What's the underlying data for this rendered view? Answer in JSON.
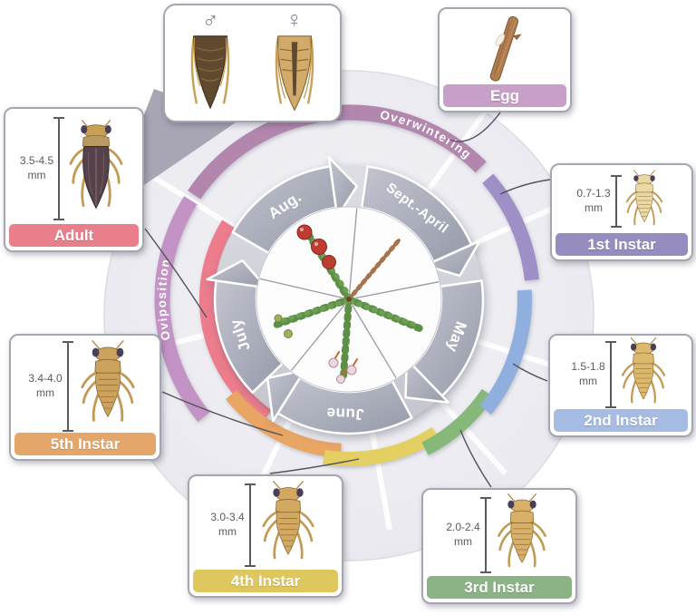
{
  "wheel": {
    "months": [
      {
        "label": "Aug."
      },
      {
        "label": "Sept.-April"
      },
      {
        "label": "May"
      },
      {
        "label": "June"
      },
      {
        "label": "July"
      }
    ],
    "arc_labels": {
      "overwintering": "Overwintering",
      "oviposition": "Oviposition"
    },
    "arc_colors": {
      "overwintering": "#b286ad",
      "oviposition": "#c493c6",
      "instar1": "#9e8fc7",
      "instar2": "#8fafdf",
      "instar3": "#86b87a",
      "instar4": "#e4cf63",
      "instar5": "#e8a564",
      "adult": "#ed7d8d"
    }
  },
  "stages": {
    "egg": {
      "label": "Egg",
      "color": "#c79fc9"
    },
    "instar1": {
      "label": "1st Instar",
      "size": "0.7-1.3",
      "unit": "mm",
      "color": "#968cc0"
    },
    "instar2": {
      "label": "2nd Instar",
      "size": "1.5-1.8",
      "unit": "mm",
      "color": "#a6bce2"
    },
    "instar3": {
      "label": "3rd Instar",
      "size": "2.0-2.4",
      "unit": "mm",
      "color": "#8bb386"
    },
    "instar4": {
      "label": "4th Instar",
      "size": "3.0-3.4",
      "unit": "mm",
      "color": "#dfc75f"
    },
    "instar5": {
      "label": "5th Instar",
      "size": "3.4-4.0",
      "unit": "mm",
      "color": "#e5a66a"
    },
    "adult": {
      "label": "Adult",
      "size": "3.5-4.5",
      "unit": "mm",
      "color": "#ea7f8c"
    }
  },
  "sex_symbols": {
    "male": "♂",
    "female": "♀"
  }
}
